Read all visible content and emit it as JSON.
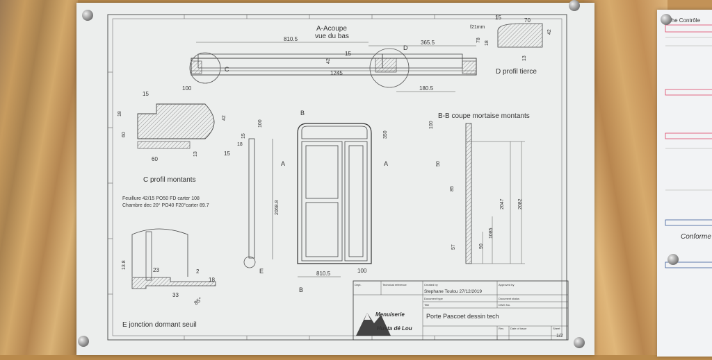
{
  "views": {
    "a_title": "A-Acoupe",
    "a_subtitle": "vue du bas",
    "d_title": "D profil  tierce",
    "c_title": "C profil montants",
    "bb_title": "B-B coupe mortaise montants",
    "e_title": "E jonction dormant seuil"
  },
  "dimensions": {
    "a_810": "810.5",
    "a_365": "365.5",
    "a_1245": "1245",
    "a_180": "180.5",
    "a_15": "15",
    "a_42": "42",
    "d_15": "15",
    "d_70": "70",
    "d_21mm": "f21mm",
    "d_78": "78",
    "d_42": "42",
    "d_18": "18",
    "d_13": "13",
    "c_100": "100",
    "c_15a": "15",
    "c_42": "42",
    "c_18": "18",
    "c_60": "60",
    "c_13": "13",
    "c_15b": "15",
    "front_350": "350",
    "front_2068": "2068.8",
    "front_810": "810.5",
    "front_100": "100",
    "side_100": "100",
    "side_15": "15",
    "side_18": "18",
    "bb_100": "100",
    "bb_50": "50",
    "bb_85": "85",
    "bb_57": "57",
    "bb_90": "90",
    "bb_1085": "1085",
    "bb_2047": "2047",
    "bb_2082": "2082",
    "e_13": "13.8",
    "e_23": "23",
    "e_2": "2",
    "e_18": "18",
    "e_33": "33",
    "e_85": "85°"
  },
  "labels": {
    "b_top": "B",
    "b_bottom": "B",
    "a_left": "A",
    "a_right": "A",
    "e_marker": "E",
    "c_marker": "C",
    "d_marker": "D"
  },
  "notes": {
    "line1": "Feuillure 42/15 PO50 FD  carter 108",
    "line2": "Chambre dec 20° PO40 F20°carter 89.7"
  },
  "title_block": {
    "dept": "Dept.",
    "technical_reference": "Technical reference",
    "created_by_label": "Created by",
    "created_by": "Stephane Toulou 27/12/2019",
    "approved_by": "Approved by",
    "document_type": "Document type",
    "document_status": "Document status",
    "title_label": "Title",
    "title": "Porte Pascoet dessin tech",
    "dwg_no": "DWG No.",
    "rev": "Rev.",
    "date_of_issue": "Date of issue",
    "sheet_label": "Sheet",
    "sheet": "1/2",
    "logo_top": "Menuiserie",
    "logo_bottom": "Husta dé Lou"
  },
  "note_card": {
    "header": "Fiche Contrôle",
    "handwriting": "Conforme"
  }
}
